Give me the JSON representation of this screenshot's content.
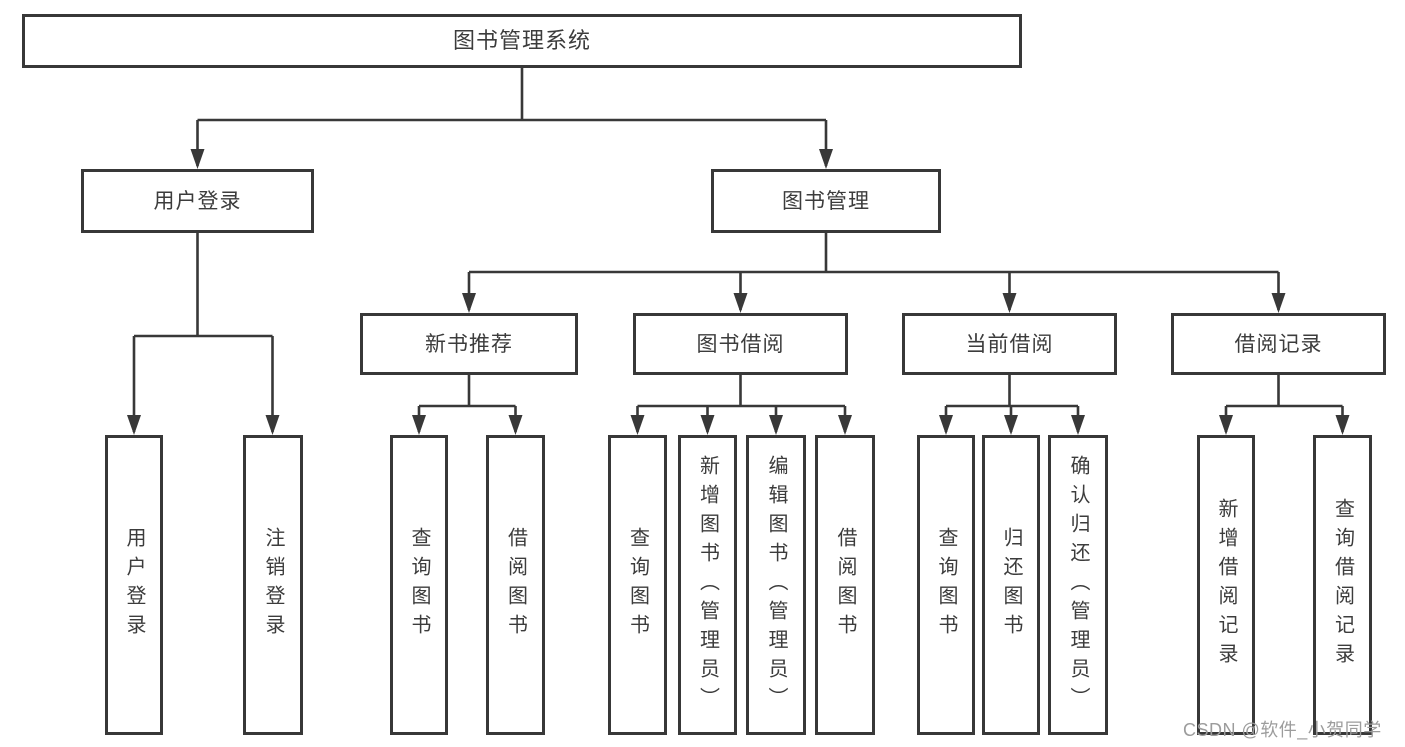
{
  "tree": {
    "root": {
      "label": "图书管理系统"
    },
    "branches": [
      {
        "label": "用户登录",
        "children": [
          {
            "label": "用户登录"
          },
          {
            "label": "注销登录"
          }
        ]
      },
      {
        "label": "图书管理",
        "children": [
          {
            "label": "新书推荐",
            "children": [
              {
                "label": "查询图书"
              },
              {
                "label": "借阅图书"
              }
            ]
          },
          {
            "label": "图书借阅",
            "children": [
              {
                "label": "查询图书"
              },
              {
                "label": "新增图书（管理员）"
              },
              {
                "label": "编辑图书（管理员）"
              },
              {
                "label": "借阅图书"
              }
            ]
          },
          {
            "label": "当前借阅",
            "children": [
              {
                "label": "查询图书"
              },
              {
                "label": "归还图书"
              },
              {
                "label": "确认归还（管理员）"
              }
            ]
          },
          {
            "label": "借阅记录",
            "children": [
              {
                "label": "新增借阅记录"
              },
              {
                "label": "查询借阅记录"
              }
            ]
          }
        ]
      }
    ]
  },
  "watermark": {
    "text": "CSDN @软件_小贺同学"
  },
  "colors": {
    "line": "#383838",
    "text": "#3c3c3c",
    "watermark": "#9c9c9c",
    "background": "#ffffff"
  }
}
